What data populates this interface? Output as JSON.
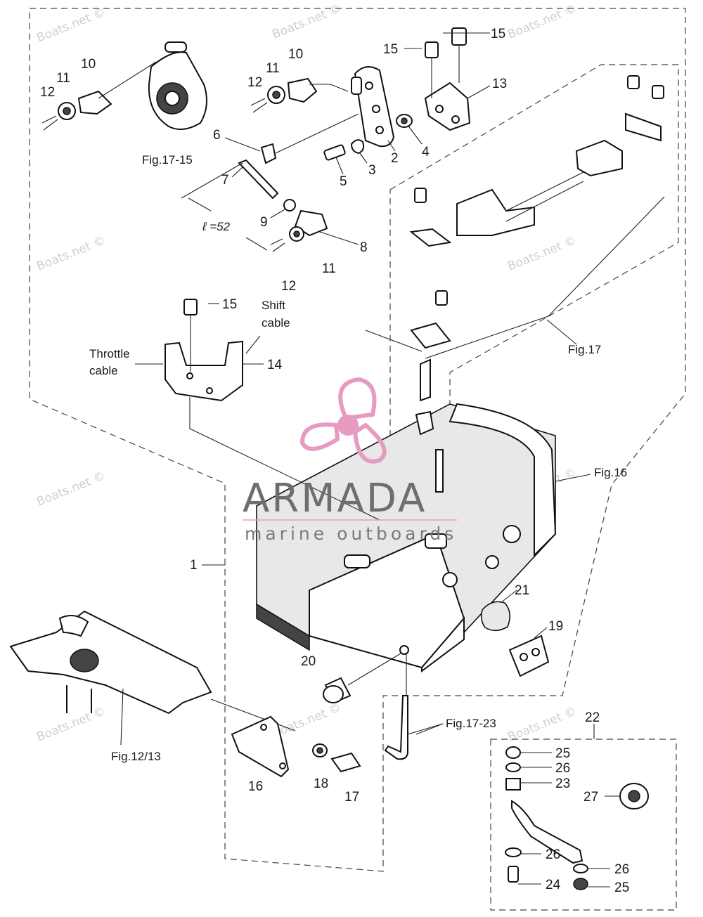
{
  "brand": {
    "name": "ARMADA",
    "tagline": "marine outboards",
    "colors": {
      "propeller": "#e89bc1",
      "text": "#6e6e6e"
    }
  },
  "watermark": "Boats.net ©",
  "figure_refs": {
    "fig_17_15": "Fig.17-15",
    "fig_17": "Fig.17",
    "fig_16": "Fig.16",
    "fig_12_13": "Fig.12/13",
    "fig_17_23": "Fig.17-23"
  },
  "notes": {
    "length": "ℓ =52",
    "shift_cable_line1": "Shift",
    "shift_cable_line2": "cable",
    "throttle_cable_line1": "Throttle",
    "throttle_cable_line2": "cable"
  },
  "part_numbers": {
    "p1": "1",
    "p2": "2",
    "p3": "3",
    "p4": "4",
    "p5": "5",
    "p6": "6",
    "p7": "7",
    "p8": "8",
    "p9": "9",
    "p10": "10",
    "p11": "11",
    "p12": "12",
    "p13": "13",
    "p14": "14",
    "p15": "15",
    "p16": "16",
    "p17": "17",
    "p18": "18",
    "p19": "19",
    "p20": "20",
    "p21": "21",
    "p22": "22",
    "p23": "23",
    "p24": "24",
    "p25": "25",
    "p26": "26",
    "p27": "27"
  }
}
